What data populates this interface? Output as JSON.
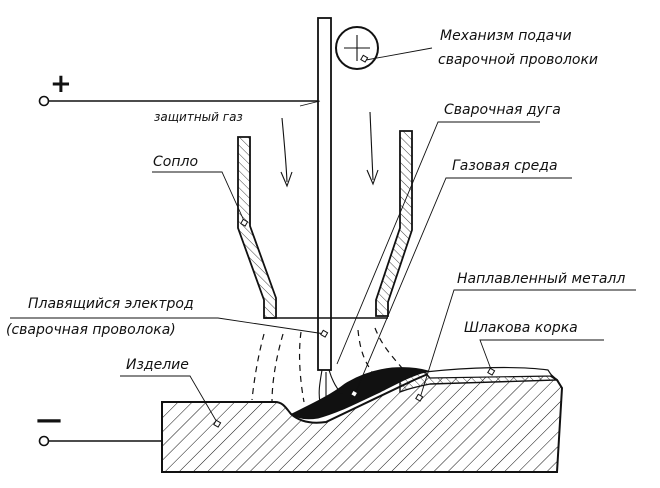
{
  "labels": {
    "feed_mechanism_line1": "Механизм подачи",
    "feed_mechanism_line2": "сварочной проволоки",
    "shielding_gas": "защитный газ",
    "welding_arc": "Сварочная дуга",
    "nozzle": "Сопло",
    "gas_environment": "Газовая среда",
    "deposited_metal": "Наплавленный металл",
    "slag_crust": "Шлакова корка",
    "electrode_line1": "Плавящийся электрод",
    "electrode_line2": "(сварочная проволока)",
    "workpiece": "Изделие"
  },
  "polarity": {
    "positive": "+",
    "negative": "—"
  },
  "colors": {
    "ink": "#111111",
    "background": "#ffffff",
    "weld_pool": "#111111"
  }
}
